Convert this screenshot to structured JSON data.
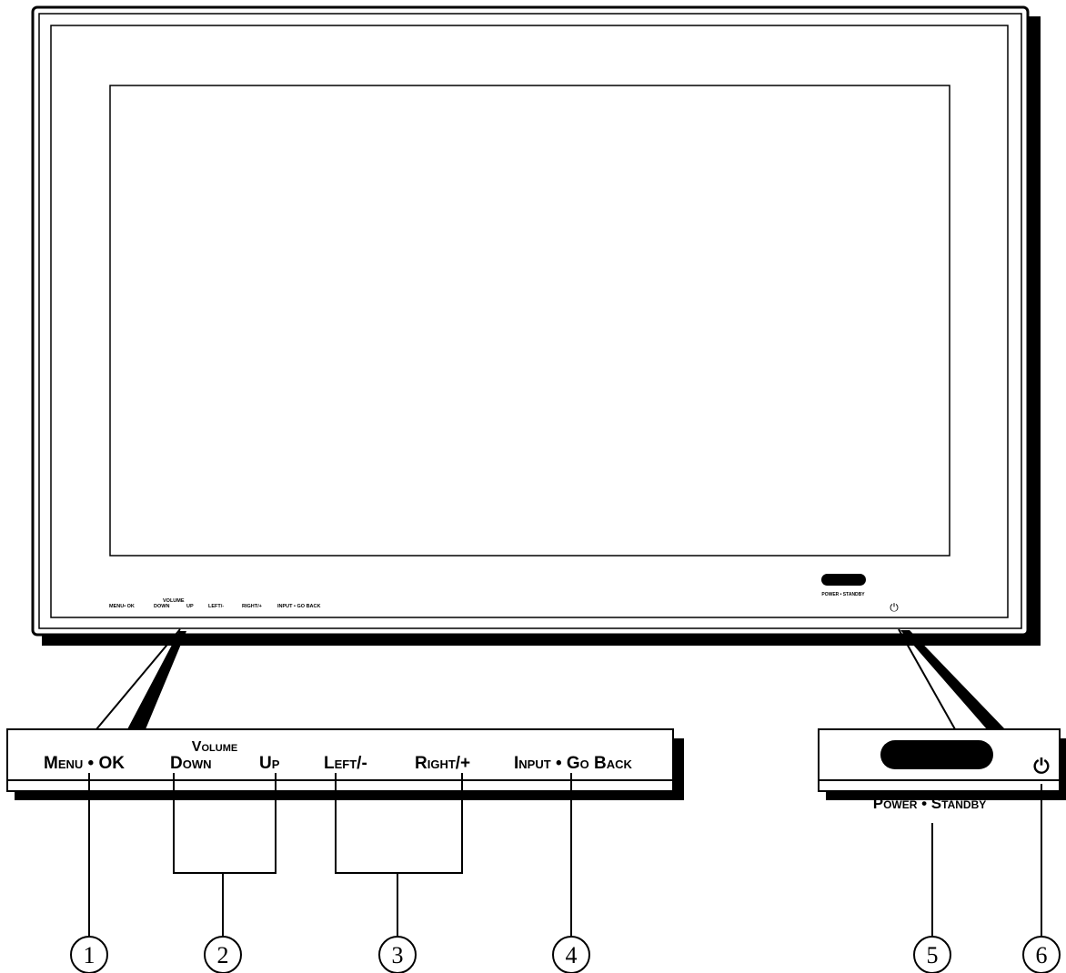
{
  "tv": {
    "bezel_labels": {
      "menu_ok": "MENU• OK",
      "volume": "VOLUME",
      "down": "DOWN",
      "up": "UP",
      "left": "LEFT/-",
      "right": "RIGHT/+",
      "input_go_back": "INPUT • GO BACK",
      "power_standby": "POWER • STANDBY",
      "power_symbol": "⏻"
    }
  },
  "left_panel": {
    "menu_ok": "Menu • OK",
    "volume": "Volume",
    "down": "Down",
    "up": "Up",
    "left": "Left/-",
    "right": "Right/+",
    "input_go_back": "Input • Go Back"
  },
  "right_panel": {
    "power_standby": "Power • Standby",
    "power_symbol": "⏻"
  },
  "callouts": [
    "1",
    "2",
    "3",
    "4",
    "5",
    "6"
  ],
  "colors": {
    "line": "#000000",
    "background": "#ffffff"
  }
}
